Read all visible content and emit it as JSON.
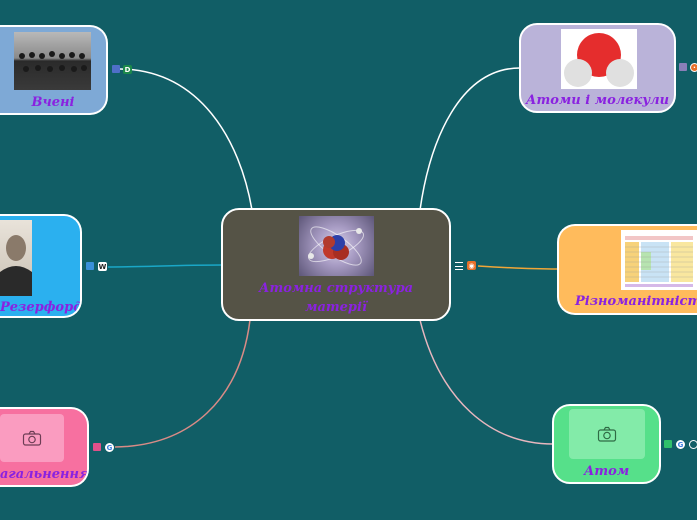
{
  "center": {
    "title_line1": "Атомна структура",
    "title_line2": "матерії"
  },
  "nodes": {
    "scientists": "Вчені",
    "atoms_molecules": "Атоми і молекули",
    "rutherford": "Резерфорд",
    "diversity": "Різноманітність ато",
    "generalization": "агальнення",
    "atom": "Атом"
  },
  "colors": {
    "background": "#115e66",
    "center_fill": "#555346",
    "label_text": "#8a22e0"
  }
}
